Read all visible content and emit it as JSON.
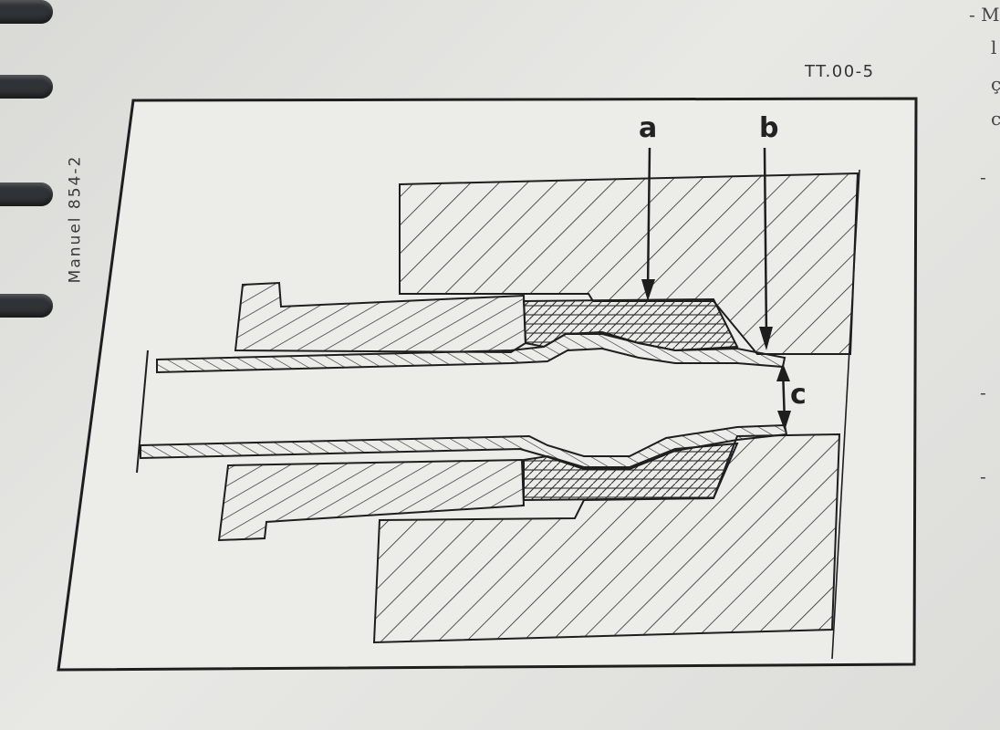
{
  "spine_label": "Manuel 854-2",
  "figure_ref": "TT.00-5",
  "labels": {
    "a": "a",
    "b": "b",
    "c": "c"
  },
  "right_margin_fragments": [
    "- M",
    "l",
    "ç",
    "c",
    "-",
    "-",
    "-"
  ],
  "colors": {
    "paper": "#e3e3e0",
    "ink": "#222222",
    "ring": "#2f3236"
  }
}
